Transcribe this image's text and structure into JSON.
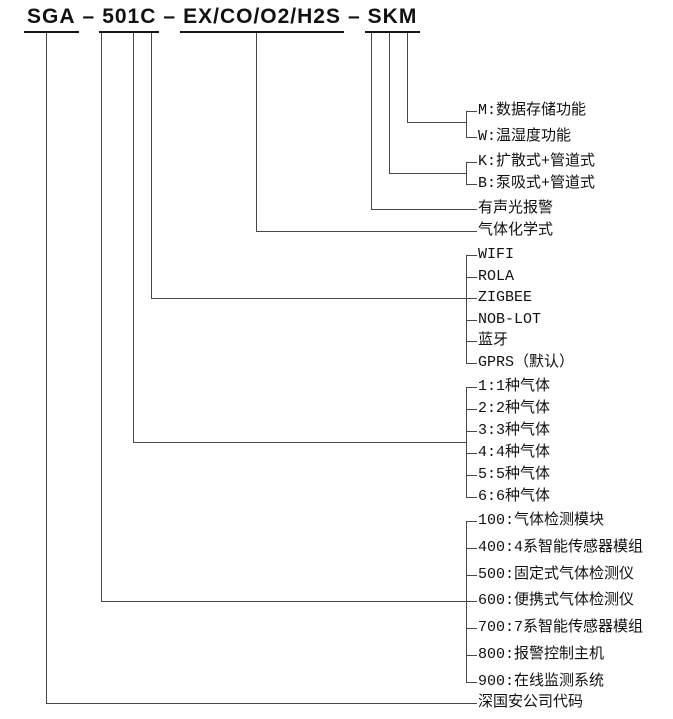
{
  "model": {
    "parts": [
      "SGA",
      "501C",
      "EX/CO/O2/H2S",
      "SKM"
    ],
    "separator": "–"
  },
  "branches": {
    "data_function": {
      "code": "M",
      "options": [
        "M:数据存储功能",
        "W:温湿度功能"
      ]
    },
    "sampling": {
      "code": "K",
      "options": [
        "K:扩散式+管道式",
        "B:泵吸式+管道式"
      ]
    },
    "alarm": {
      "code": "S",
      "options": [
        "有声光报警"
      ]
    },
    "gas_formula": {
      "code": "EX/CO/O2/H2S",
      "options": [
        "气体化学式"
      ]
    },
    "communication": {
      "code": "C",
      "options": [
        "WIFI",
        "ROLA",
        "ZIGBEE",
        "NOB-LOT",
        "蓝牙",
        "GPRS（默认）"
      ]
    },
    "gas_count": {
      "code": "01",
      "options": [
        "1:1种气体",
        "2:2种气体",
        "3:3种气体",
        "4:4种气体",
        "5:5种气体",
        "6:6种气体"
      ]
    },
    "series": {
      "code": "5",
      "options": [
        "100:气体检测模块",
        "400:4系智能传感器模组",
        "500:固定式气体检测仪",
        "600:便携式气体检测仪",
        "700:7系智能传感器模组",
        "800:报警控制主机",
        "900:在线监测系统"
      ]
    },
    "company": {
      "code": "SGA",
      "options": [
        "深国安公司代码"
      ]
    }
  }
}
